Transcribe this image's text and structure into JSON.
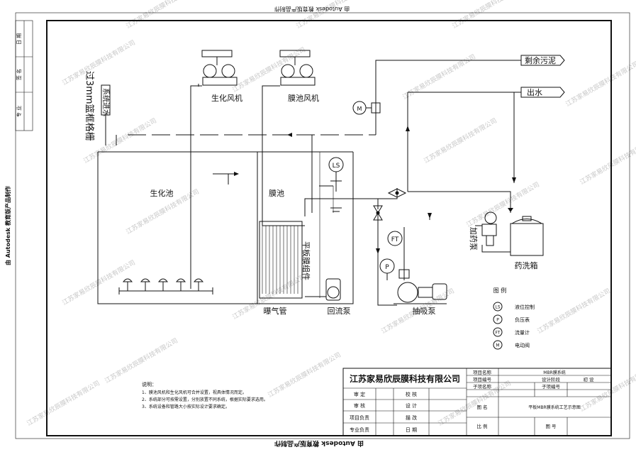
{
  "stamp": {
    "top": "由 Autodesk 教育版产品制作",
    "left": "由 Autodesk 教育版产品制作",
    "bottom": "由 Autodesk 教育版产品制作"
  },
  "sign_column": [
    "日 期",
    "签 名",
    "专 业"
  ],
  "equipment": {
    "bio_blower": "生化风机",
    "membrane_blower": "膜池风机",
    "bio_tank": "生化池",
    "membrane_tank": "膜池",
    "screen": "过3mm篮框格栅",
    "inlet": "系统进水",
    "membrane_module": "平板膜组件",
    "aeration_pipe": "曝气管",
    "return_pump": "回流泵",
    "suction_pump": "抽吸泵",
    "dosing_pump": "加药泵",
    "chem_tank": "药洗箱",
    "excess_sludge": "剩余污泥",
    "effluent": "出水",
    "ls": "LS",
    "ft": "FT",
    "p": "P",
    "mv": "M"
  },
  "legend": {
    "title": "图  例",
    "items": [
      {
        "symbol": "LS",
        "label": "液位控制"
      },
      {
        "symbol": "P",
        "label": "负压表"
      },
      {
        "symbol": "FT",
        "label": "流量计"
      },
      {
        "symbol": "M",
        "label": "电动阀"
      }
    ]
  },
  "notes": {
    "title": "说明：",
    "lines": [
      "1、膜池风机和生化风机可合并设置，视具体情况而定。",
      "2、系统部分可按需设置，分别放置不同系统，根据实际要求选用。",
      "3、系统设备和管路大小按实际设计要求确定。"
    ]
  },
  "title_block": {
    "company": "江苏家易欣辰膜科技有限公司",
    "project_name_label": "项目名称",
    "project_name": "MBR膜系统",
    "project_no_label": "项目编号",
    "design_stage_label": "设计阶段",
    "design_stage": "初  设",
    "subitem_name_label": "子项名称",
    "subitem_no_label": "子项编号",
    "drawing_name_label": "图  名",
    "drawing_name": "平板MBR膜系统工艺示意图",
    "scale_label": "比  例",
    "drawing_no_label": "图  号",
    "rows": [
      [
        "审  定",
        "校  核"
      ],
      [
        "审  核",
        "设  计"
      ],
      [
        "项目负责",
        "描  改"
      ],
      [
        "专业负责",
        "日  期"
      ]
    ]
  },
  "watermark": "江苏家易欣辰膜科技有限公司"
}
